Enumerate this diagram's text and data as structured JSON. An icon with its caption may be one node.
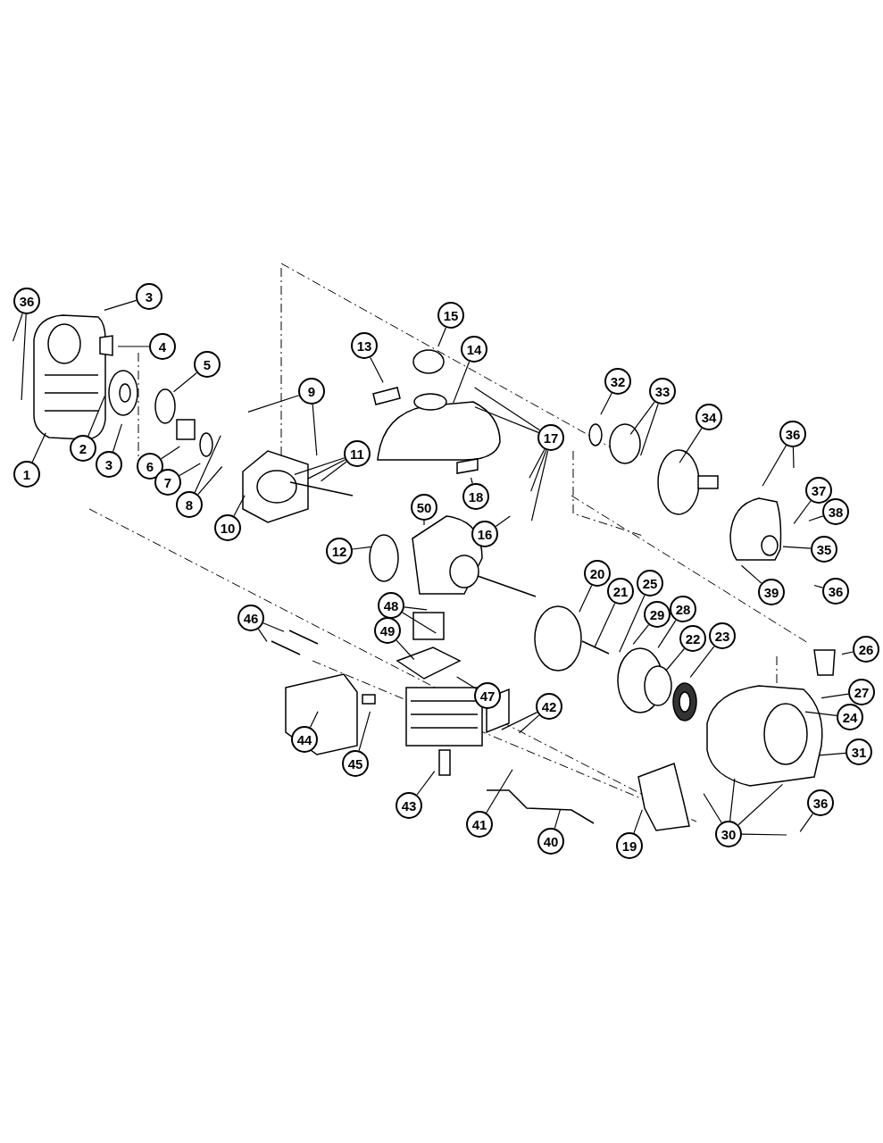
{
  "diagram": {
    "nodes": [
      {
        "text": [
          "36"
        ]
      },
      {
        "text": [
          "3"
        ]
      },
      {
        "text": [
          "4"
        ]
      },
      {
        "text": [
          "15"
        ]
      },
      {
        "text": [
          "14"
        ]
      },
      {
        "text": [
          "13"
        ]
      },
      {
        "text": [
          "5"
        ]
      },
      {
        "text": [
          "9"
        ]
      },
      {
        "text": [
          "32"
        ]
      },
      {
        "text": [
          "33"
        ]
      },
      {
        "text": [
          "34"
        ]
      },
      {
        "text": [
          "17"
        ]
      },
      {
        "text": [
          "1"
        ]
      },
      {
        "text": [
          "2"
        ]
      },
      {
        "text": [
          "3"
        ]
      },
      {
        "text": [
          "6"
        ]
      },
      {
        "text": [
          "7"
        ]
      },
      {
        "text": [
          "8"
        ]
      },
      {
        "text": [
          "11"
        ]
      },
      {
        "text": [
          "36"
        ]
      },
      {
        "text": [
          "37"
        ]
      },
      {
        "text": [
          "38"
        ]
      },
      {
        "text": [
          "10"
        ]
      },
      {
        "text": [
          "18"
        ]
      },
      {
        "text": [
          "50"
        ]
      },
      {
        "text": [
          "16"
        ]
      },
      {
        "text": [
          "35"
        ]
      },
      {
        "text": [
          "12"
        ]
      },
      {
        "text": [
          "20"
        ]
      },
      {
        "text": [
          "39"
        ]
      },
      {
        "text": [
          "36"
        ]
      },
      {
        "text": [
          "21"
        ]
      },
      {
        "text": [
          "25"
        ]
      },
      {
        "text": [
          "29"
        ]
      },
      {
        "text": [
          "28"
        ]
      },
      {
        "text": [
          "48"
        ]
      },
      {
        "text": [
          "46"
        ]
      },
      {
        "text": [
          "49"
        ]
      },
      {
        "text": [
          "22"
        ]
      },
      {
        "text": [
          "23"
        ]
      },
      {
        "text": [
          "26"
        ]
      },
      {
        "text": [
          "47"
        ]
      },
      {
        "text": [
          "42"
        ]
      },
      {
        "text": [
          "27"
        ]
      },
      {
        "text": [
          "24"
        ]
      },
      {
        "text": [
          "44"
        ]
      },
      {
        "text": [
          "45"
        ]
      },
      {
        "text": [
          "31"
        ]
      },
      {
        "text": [
          "43"
        ]
      },
      {
        "text": [
          "41"
        ]
      },
      {
        "text": [
          "40"
        ]
      },
      {
        "text": [
          "19"
        ]
      },
      {
        "text": [
          "30"
        ]
      },
      {
        "text": [
          "36"
        ]
      }
    ],
    "edges": [
      {
        "from": 0,
        "to": null,
        "arrow": "none"
      },
      {
        "from": 0,
        "to": null,
        "arrow": "none"
      },
      {
        "from": 1,
        "to": null,
        "arrow": "none"
      },
      {
        "from": 2,
        "to": null,
        "arrow": "none"
      },
      {
        "from": 3,
        "to": null,
        "arrow": "none"
      },
      {
        "from": 4,
        "to": null,
        "arrow": "none"
      },
      {
        "from": 5,
        "to": null,
        "arrow": "none"
      },
      {
        "from": 6,
        "to": null,
        "arrow": "none"
      },
      {
        "from": 7,
        "to": null,
        "arrow": "none"
      },
      {
        "from": 7,
        "to": null,
        "arrow": "none"
      },
      {
        "from": 8,
        "to": null,
        "arrow": "none"
      },
      {
        "from": 9,
        "to": null,
        "arrow": "none"
      },
      {
        "from": 9,
        "to": null,
        "arrow": "none"
      },
      {
        "from": 10,
        "to": null,
        "arrow": "none"
      },
      {
        "from": 11,
        "to": null,
        "arrow": "none"
      },
      {
        "from": 11,
        "to": null,
        "arrow": "none"
      },
      {
        "from": 11,
        "to": null,
        "arrow": "none"
      },
      {
        "from": 11,
        "to": null,
        "arrow": "none"
      },
      {
        "from": 11,
        "to": null,
        "arrow": "none"
      },
      {
        "from": 12,
        "to": null,
        "arrow": "none"
      },
      {
        "from": 13,
        "to": null,
        "arrow": "none"
      },
      {
        "from": 14,
        "to": null,
        "arrow": "none"
      },
      {
        "from": 15,
        "to": null,
        "arrow": "none"
      },
      {
        "from": 16,
        "to": null,
        "arrow": "none"
      },
      {
        "from": 17,
        "to": null,
        "arrow": "none"
      },
      {
        "from": 17,
        "to": null,
        "arrow": "none"
      },
      {
        "from": 18,
        "to": null,
        "arrow": "none"
      },
      {
        "from": 18,
        "to": null,
        "arrow": "none"
      },
      {
        "from": 18,
        "to": null,
        "arrow": "none"
      },
      {
        "from": 19,
        "to": null,
        "arrow": "none"
      },
      {
        "from": 19,
        "to": null,
        "arrow": "none"
      },
      {
        "from": 20,
        "to": null,
        "arrow": "none"
      },
      {
        "from": 21,
        "to": null,
        "arrow": "none"
      },
      {
        "from": 22,
        "to": null,
        "arrow": "none"
      },
      {
        "from": 23,
        "to": null,
        "arrow": "none"
      },
      {
        "from": 24,
        "to": null,
        "arrow": "none"
      },
      {
        "from": 25,
        "to": null,
        "arrow": "none"
      },
      {
        "from": 26,
        "to": null,
        "arrow": "none"
      },
      {
        "from": 27,
        "to": null,
        "arrow": "none"
      },
      {
        "from": 28,
        "to": null,
        "arrow": "none"
      },
      {
        "from": 29,
        "to": null,
        "arrow": "none"
      },
      {
        "from": 30,
        "to": null,
        "arrow": "none"
      },
      {
        "from": 31,
        "to": null,
        "arrow": "none"
      },
      {
        "from": 32,
        "to": null,
        "arrow": "none"
      },
      {
        "from": 33,
        "to": null,
        "arrow": "none"
      },
      {
        "from": 34,
        "to": null,
        "arrow": "none"
      },
      {
        "from": 35,
        "to": null,
        "arrow": "none"
      },
      {
        "from": 35,
        "to": null,
        "arrow": "none"
      },
      {
        "from": 36,
        "to": null,
        "arrow": "none"
      },
      {
        "from": 36,
        "to": null,
        "arrow": "none"
      },
      {
        "from": 37,
        "to": null,
        "arrow": "none"
      },
      {
        "from": 38,
        "to": null,
        "arrow": "none"
      },
      {
        "from": 39,
        "to": null,
        "arrow": "none"
      },
      {
        "from": 40,
        "to": null,
        "arrow": "none"
      },
      {
        "from": 41,
        "to": null,
        "arrow": "none"
      },
      {
        "from": 42,
        "to": null,
        "arrow": "none"
      },
      {
        "from": 42,
        "to": null,
        "arrow": "none"
      },
      {
        "from": 43,
        "to": null,
        "arrow": "none"
      },
      {
        "from": 44,
        "to": null,
        "arrow": "none"
      },
      {
        "from": 45,
        "to": null,
        "arrow": "none"
      },
      {
        "from": 46,
        "to": null,
        "arrow": "none"
      },
      {
        "from": 47,
        "to": null,
        "arrow": "none"
      },
      {
        "from": 48,
        "to": null,
        "arrow": "none"
      },
      {
        "from": 49,
        "to": null,
        "arrow": "none"
      },
      {
        "from": 50,
        "to": null,
        "arrow": "none"
      },
      {
        "from": 51,
        "to": null,
        "arrow": "none"
      },
      {
        "from": 52,
        "to": null,
        "arrow": "none"
      },
      {
        "from": 52,
        "to": null,
        "arrow": "none"
      },
      {
        "from": 52,
        "to": null,
        "arrow": "none"
      },
      {
        "from": 52,
        "to": null,
        "arrow": "none"
      },
      {
        "from": 53,
        "to": null,
        "arrow": "none"
      }
    ]
  }
}
